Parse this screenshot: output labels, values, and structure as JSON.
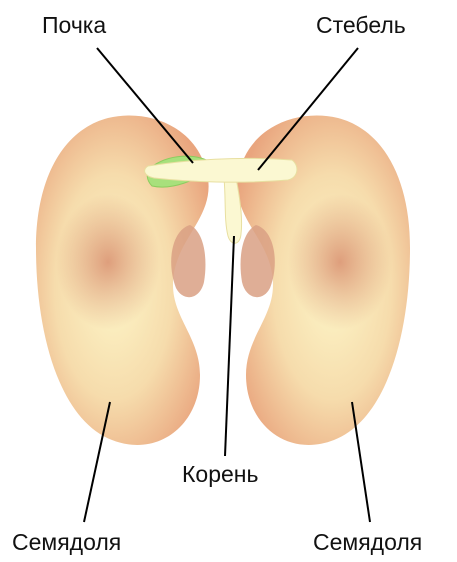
{
  "labels": {
    "bud": "Почка",
    "stem": "Стебель",
    "root": "Корень",
    "cotyledon_left": "Семядоля",
    "cotyledon_right": "Семядоля"
  },
  "colors": {
    "cotyledon_center": "#fdf6c8",
    "cotyledon_mid": "#f6dcac",
    "cotyledon_edge": "#e9a57e",
    "cotyledon_spot": "#d99070",
    "hilum": "#d9a084",
    "bud": "#a8e07c",
    "stem": "#fbf8d2",
    "leader_line": "#000000"
  }
}
